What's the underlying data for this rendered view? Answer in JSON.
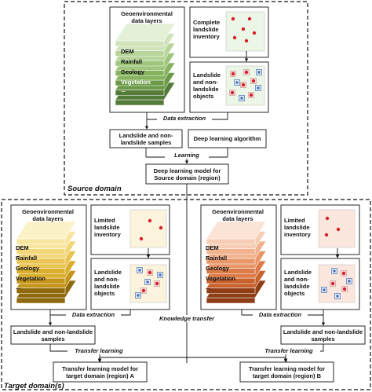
{
  "source": {
    "domain_label": "Source domain",
    "geo_title": "Geoenvironmental data layers",
    "layers": [
      "DEM",
      "Rainfall",
      "Geology",
      "Vegetation",
      "..."
    ],
    "complete_inventory": "Complete landslide inventory",
    "objects": "Landslide and non-landslide objects",
    "data_extraction": "Data extraction",
    "samples": "Landslide and non-landslide samples",
    "algorithm": "Deep learning algorithm",
    "learning": "Learning",
    "model": "Deep learning model for Source domain (region)",
    "layer_colors": [
      "#e4f1d8",
      "#cfe4bb",
      "#b7d59b",
      "#9ec67c",
      "#85b35e",
      "#6d9a48",
      "#557b38"
    ],
    "dot_color": "#d6202a",
    "panel_fill": "#ecf6e6"
  },
  "knowledge_transfer": "Knowledge transfer",
  "target_domain_label": "Target domain(s)",
  "target_a": {
    "geo_title": "Geoenvironmental data layers",
    "layers": [
      "DEM",
      "Rainfall",
      "Geology",
      "Vegetation",
      "..."
    ],
    "limited_inventory": "Limited landslide inventory",
    "objects": "Landslide and non-landslide objects",
    "data_extraction": "Data extraction",
    "samples": "Landslide and non-landslide samples",
    "transfer_learning": "Transfer learning",
    "model": "Transfer learning model for target domain (region) A",
    "layer_colors": [
      "#fcf2c8",
      "#f8e6a0",
      "#f2d67a",
      "#e9c453",
      "#dbaf2e",
      "#c4951a",
      "#8e6a0c"
    ],
    "panel_fill": "#fbf3dc"
  },
  "target_b": {
    "geo_title": "Geoenvironmental data layers",
    "layers": [
      "DEM",
      "Rainfall",
      "Geology",
      "Vegetation",
      "..."
    ],
    "limited_inventory": "Limited landslide inventory",
    "objects": "Landslide and non-landslide objects",
    "data_extraction": "Data extraction",
    "samples": "Landslide and non-landslide samples",
    "transfer_learning": "Transfer learning",
    "model": "Transfer learning model for target domain (region) B",
    "layer_colors": [
      "#fbe3d6",
      "#f6cdb4",
      "#f0b38e",
      "#e8976a",
      "#dd7b48",
      "#c9612d",
      "#8f3d14"
    ],
    "panel_fill": "#fbe7dd"
  },
  "blue_color": "#4a73b8"
}
